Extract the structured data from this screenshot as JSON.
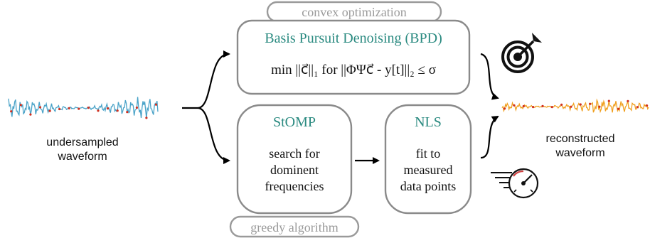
{
  "colors": {
    "teal": "#2a8a80",
    "box_border": "#8a8a8a",
    "input_wave": "#4aa3c8",
    "output_wave": "#f0a020",
    "sample_points": "#d03020"
  },
  "input": {
    "label_line1": "undersampled",
    "label_line2": "waveform"
  },
  "output": {
    "label_line1": "reconstructed",
    "label_line2": "waveform"
  },
  "convex": {
    "category": "convex optimization",
    "title": "Basis Pursuit Denoising (BPD)",
    "formula": "min ||c⃗||₁ for ||ΦΨc⃗ - y[t]||₂ ≤ σ",
    "icon": "target-icon"
  },
  "greedy": {
    "category": "greedy algorithm",
    "icon": "speedometer-icon",
    "stomp": {
      "title": "StOMP",
      "line1": "search for",
      "line2": "dominent",
      "line3": "frequencies"
    },
    "nls": {
      "title": "NLS",
      "line1": "fit to",
      "line2": "measured",
      "line3": "data points"
    }
  }
}
